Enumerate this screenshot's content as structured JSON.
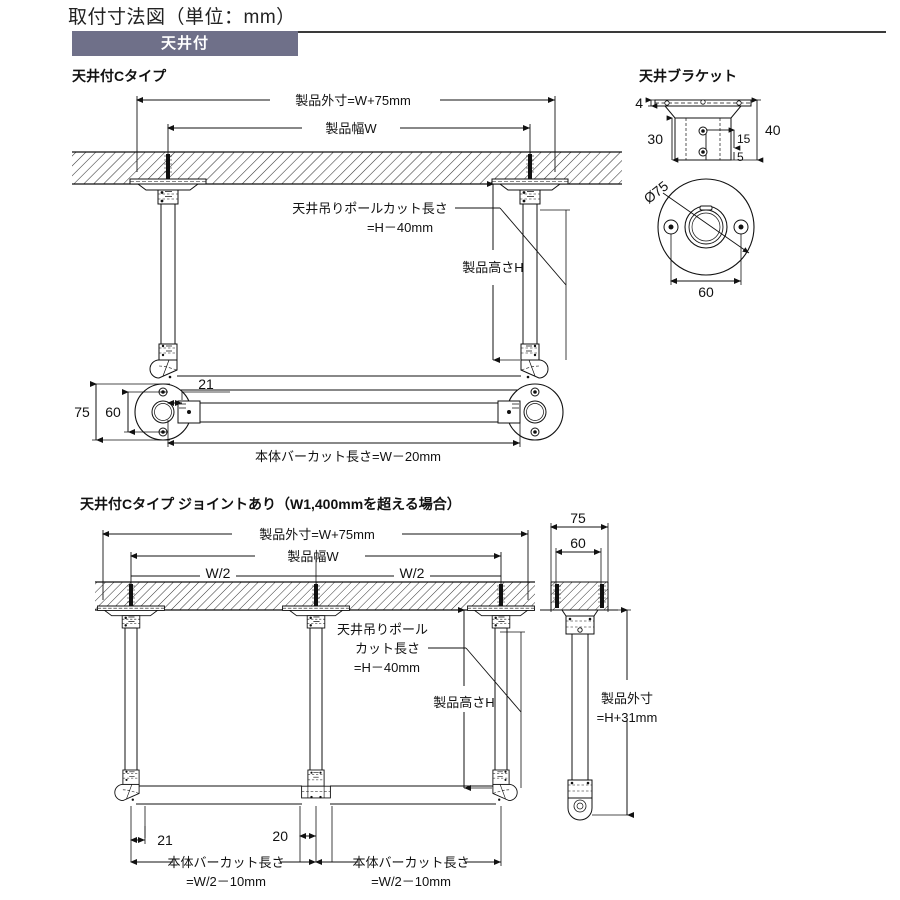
{
  "document": {
    "title": "取付寸法図（単位：mm）",
    "section_band": "天井付"
  },
  "sections": {
    "c_type": {
      "title": "天井付Cタイプ",
      "labels": {
        "overall_width": "製品外寸=W+75mm",
        "product_width": "製品幅W",
        "pole_cut_1": "天井吊りポールカット長さ",
        "pole_cut_2": "=H－40mm",
        "product_height": "製品高さH",
        "bar_cut": "本体バーカット長さ=W－20mm",
        "dim_75": "75",
        "dim_60": "60",
        "dim_21": "21"
      }
    },
    "bracket": {
      "title": "天井ブラケット",
      "labels": {
        "dim_4": "4",
        "dim_30": "30",
        "dim_40": "40",
        "dim_15": "15",
        "dim_5": "5",
        "dia_75": "Ø75",
        "dim_60": "60"
      }
    },
    "joint_type": {
      "title": "天井付Cタイプ ジョイントあり（W1,400mmを超える場合）",
      "labels": {
        "overall_width": "製品外寸=W+75mm",
        "product_width": "製品幅W",
        "half_width_left": "W/2",
        "half_width_right": "W/2",
        "pole_cut_1": "天井吊りポール",
        "pole_cut_2": "カット長さ",
        "pole_cut_3": "=H－40mm",
        "product_height": "製品高さH",
        "dim_21": "21",
        "dim_20": "20",
        "bar_cut_left_1": "本体バーカット長さ",
        "bar_cut_left_2": "=W/2－10mm",
        "bar_cut_right_1": "本体バーカット長さ",
        "bar_cut_right_2": "=W/2－10mm"
      }
    },
    "side_view": {
      "labels": {
        "dim_75": "75",
        "dim_60": "60",
        "overall_height_1": "製品外寸",
        "overall_height_2": "=H+31mm"
      }
    }
  },
  "colors": {
    "band": "#6f7089",
    "line": "#1a1a1a",
    "hatch": "#333333"
  }
}
